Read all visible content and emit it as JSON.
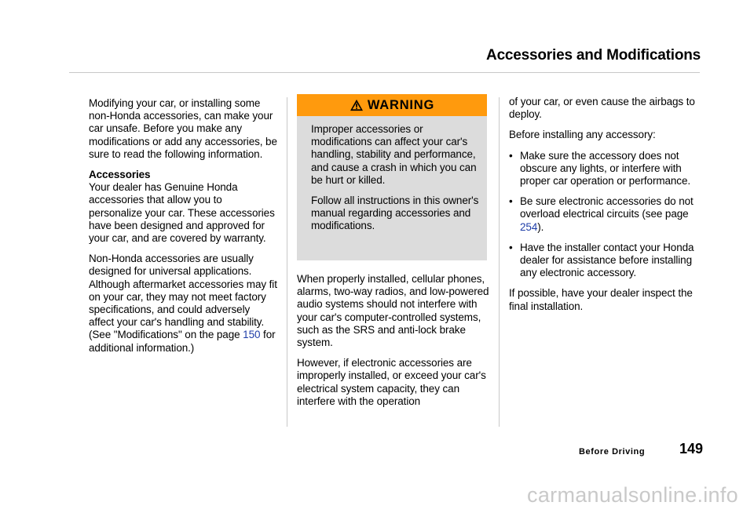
{
  "header": {
    "title": "Accessories and Modifications"
  },
  "col1": {
    "intro": "Modifying your car, or installing some non-Honda accessories, can make your car unsafe. Before you make any modifications or add any accessories, be sure to read the following information.",
    "heading": "Accessories",
    "p1": "Your dealer has Genuine Honda accessories that allow you to personalize your car. These accessories have been designed and approved for your car, and are covered by warranty.",
    "p2": "Non-Honda accessories are usually designed for universal applications.",
    "p3_before": "Although aftermarket accessories may fit on your car, they may not meet factory specifications, and could adversely affect your car's handling and stability. (See \"Modifications\" on the page ",
    "p3_link": "150",
    "p3_after": " for additional information.)"
  },
  "warning": {
    "label": "WARNING",
    "icon": "warning-triangle-icon",
    "p1": "Improper accessories or modifications can affect your car's handling, stability and performance, and cause a crash in which you can be hurt or killed.",
    "p2": "Follow all instructions in this owner's manual regarding accessories and modifications.",
    "header_color": "#ff9a0d",
    "body_color": "#dcdcdc"
  },
  "col2": {
    "p1": "When properly installed, cellular phones, alarms, two-way radios, and low-powered audio systems should not interfere with your car's computer-controlled systems, such as the SRS and anti-lock brake system.",
    "p2": "However, if electronic accessories are improperly installed, or exceed your car's electrical system capacity, they can interfere with the operation"
  },
  "col3": {
    "p1": "of your car, or even cause the airbags to deploy.",
    "p2": "Before installing any accessory:",
    "bullet1": "Make sure the accessory does not obscure any lights, or interfere with proper car operation or performance.",
    "bullet2_before": "Be sure electronic accessories do not overload electrical circuits (see page ",
    "bullet2_link": "254",
    "bullet2_after": ").",
    "bullet3": "Have the installer contact your Honda dealer for assistance before installing any electronic accessory.",
    "p3": "If possible, have your dealer inspect the final installation."
  },
  "footer": {
    "section": "Before Driving",
    "page": "149"
  },
  "watermark": "carmanualsonline.info",
  "link_color": "#1f3ea8"
}
